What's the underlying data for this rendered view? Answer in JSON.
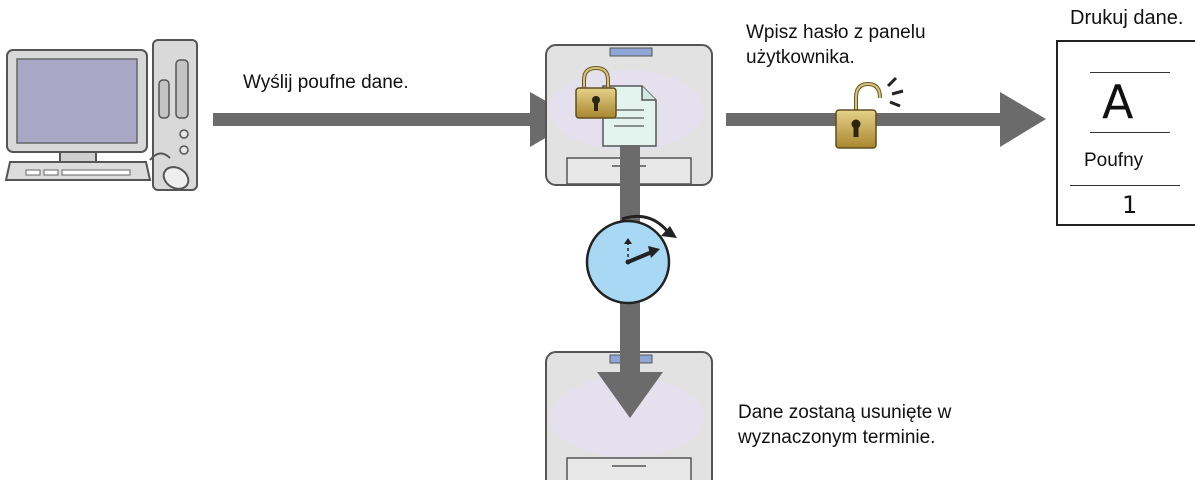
{
  "labels": {
    "send": "Wyślij poufne dane.",
    "password": [
      "Wpisz hasło z panelu",
      "użytkownika."
    ],
    "delete": [
      "Dane zostaną usunięte w",
      "wyznaczonym terminie."
    ],
    "print": "Drukuj dane."
  },
  "document": {
    "letter": "A",
    "confidential": "Poufny",
    "page": "1"
  },
  "colors": {
    "arrow": "#6b6b6b",
    "printer_body": "#e2e2e2",
    "printer_outline": "#555555",
    "printer_ellipse": "#e4e0ee",
    "monitor_screen": "#a9a7c4",
    "lock_gold": "#bfa24a",
    "clock_face": "#a8d8f4",
    "document_paper": "#e3f4ee"
  }
}
